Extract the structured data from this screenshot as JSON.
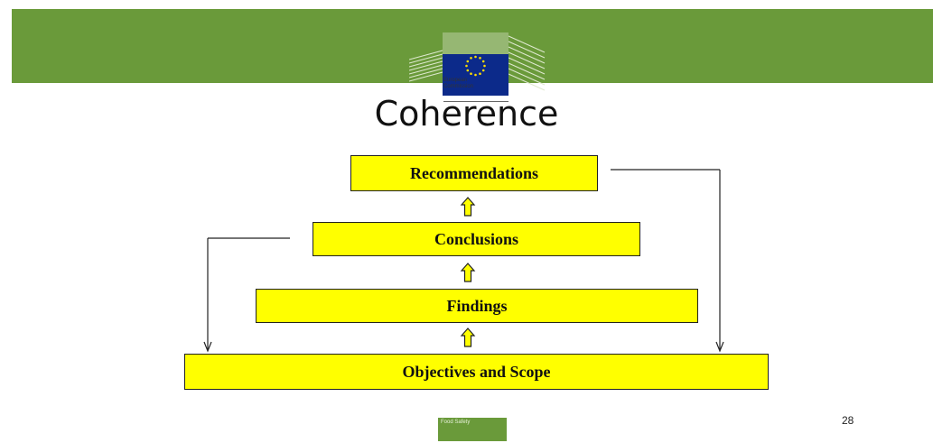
{
  "slide": {
    "title": "Coherence",
    "page_number": "28",
    "footer_label": "Food Safety",
    "brand_color": "#6a9a3a"
  },
  "logo": {
    "line1": "European",
    "line2": "Commission",
    "icon": "eu-flag-icon"
  },
  "diagram": {
    "box_color": "#ffff00",
    "nodes": [
      {
        "id": "recommendations",
        "label": "Recommendations"
      },
      {
        "id": "conclusions",
        "label": "Conclusions"
      },
      {
        "id": "findings",
        "label": "Findings"
      },
      {
        "id": "objectives",
        "label": "Objectives and Scope"
      }
    ],
    "edges": [
      {
        "from": "objectives",
        "to": "findings",
        "style": "hollow-up-arrow"
      },
      {
        "from": "findings",
        "to": "conclusions",
        "style": "hollow-up-arrow"
      },
      {
        "from": "conclusions",
        "to": "recommendations",
        "style": "hollow-up-arrow"
      },
      {
        "from": "recommendations",
        "to": "objectives",
        "style": "line-arrow-right-side"
      },
      {
        "from": "conclusions",
        "to": "objectives",
        "style": "line-arrow-left-side"
      }
    ]
  }
}
